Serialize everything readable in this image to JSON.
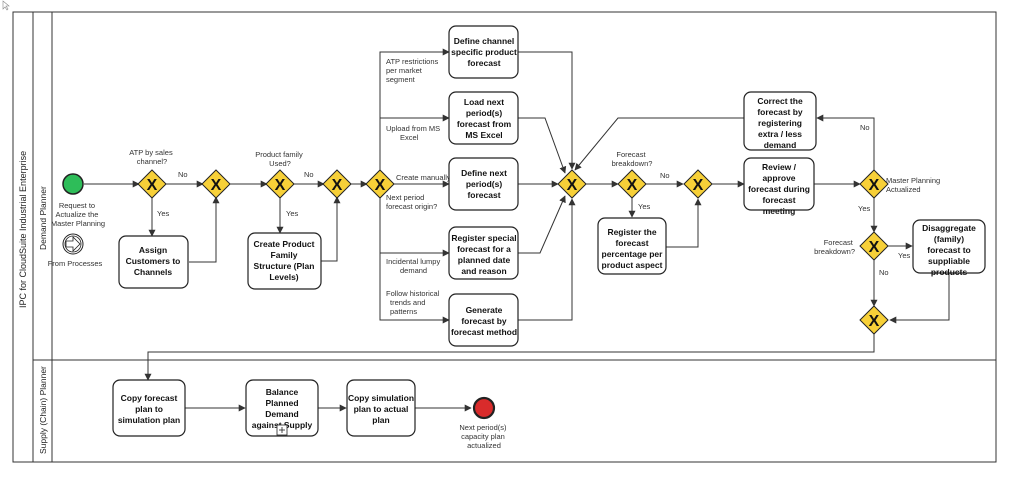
{
  "pool": {
    "title": "IPC for CloudSuite Industrial Enterprise"
  },
  "lanes": {
    "demand": "Demand Planner",
    "supply": "Supply (Chain) Planner"
  },
  "events": {
    "start": "Request to Actualize the Master Planning",
    "start_sub": "From Processes",
    "end": "Next period(s) capacity plan actualized"
  },
  "tasks": {
    "assign_customers": "Assign Customers to Channels",
    "create_family": "Create Product Family Structure (Plan Levels)",
    "define_channel": "Define channel specific product forecast",
    "load_next": "Load next period(s) forecast from MS Excel",
    "define_next": "Define next period(s) forecast",
    "register_special": "Register special forecast for a planned date and reason",
    "generate": "Generate forecast by forecast method",
    "register_pct": "Register the forecast percentage per product aspect",
    "review": "Review / approve forecast during forecast meeting",
    "correct": "Correct the forecast by registering extra / less demand",
    "disaggregate": "Disaggregate (family) forecast to suppliable products",
    "copy_sim": "Copy forecast plan to simulation plan",
    "balance": "Balance Planned Demand against Supply",
    "copy_actual": "Copy simulation plan to actual plan"
  },
  "gateways": {
    "atp": "ATP by sales channel?",
    "family": "Product family Used?",
    "origin": "Next period forecast origin?",
    "breakdown": "Forecast breakdown?",
    "actualized": "Master Planning Actualized",
    "breakdown2": "Forecast breakdown?"
  },
  "flows": {
    "yes": "Yes",
    "no": "No",
    "atp_restrictions": "ATP restrictions per market segment",
    "upload": "Upload from MS Excel",
    "manual": "Create manually",
    "lumpy": "Incidental lumpy demand",
    "historical": "Follow historical trends and patterns"
  },
  "colors": {
    "start": "#2ebd59",
    "end": "#d92b2b",
    "gateway": "#f7d038",
    "stroke": "#222222"
  }
}
